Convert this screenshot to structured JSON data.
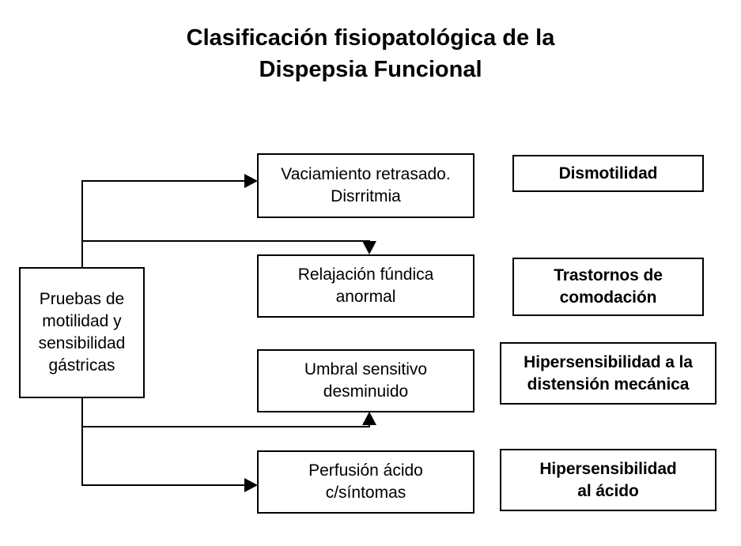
{
  "title": {
    "line1": "Clasificación fisiopatológica de la",
    "line2": "Dispepsia Funcional"
  },
  "source_node": {
    "label_line1": "Pruebas de",
    "label_line2": "motilidad y",
    "label_line3": "sensibilidad",
    "label_line4": "gástricas"
  },
  "findings": [
    {
      "line1": "Vaciamiento retrasado.",
      "line2": "Disrritmia"
    },
    {
      "line1": "Relajación fúndica",
      "line2": "anormal"
    },
    {
      "line1": "Umbral sensitivo",
      "line2": "desminuido"
    },
    {
      "line1": "Perfusión ácido",
      "line2": "c/síntomas"
    }
  ],
  "classifications": [
    {
      "line1": "Dismotilidad",
      "line2": ""
    },
    {
      "line1": "Trastornos de",
      "line2": "comodación"
    },
    {
      "line1": "Hipersensibilidad a la",
      "line2": "distensión mecánica"
    },
    {
      "line1": "Hipersensibilidad",
      "line2": "al ácido"
    }
  ],
  "connectors": [
    {
      "name": "branch-to-vaciamiento",
      "arrow": "right"
    },
    {
      "name": "branch-to-relajacion",
      "arrow": "down"
    },
    {
      "name": "branch-to-umbral",
      "arrow": "up"
    },
    {
      "name": "branch-to-perfusion",
      "arrow": "right"
    }
  ],
  "colors": {
    "background": "#ffffff",
    "stroke": "#000000",
    "text": "#000000"
  }
}
